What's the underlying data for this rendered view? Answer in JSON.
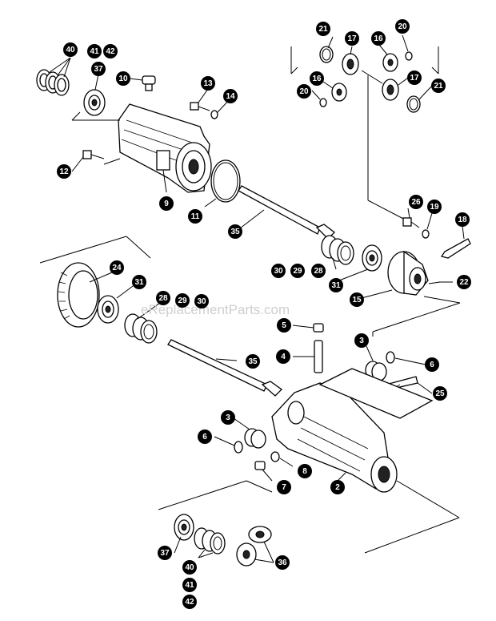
{
  "watermark": "eReplacementParts.com",
  "callouts": [
    {
      "id": "c40a",
      "label": "40"
    },
    {
      "id": "c41a",
      "label": "41"
    },
    {
      "id": "c42a",
      "label": "42"
    },
    {
      "id": "c37a",
      "label": "37"
    },
    {
      "id": "c10",
      "label": "10"
    },
    {
      "id": "c13",
      "label": "13"
    },
    {
      "id": "c14",
      "label": "14"
    },
    {
      "id": "c12",
      "label": "12"
    },
    {
      "id": "c9",
      "label": "9"
    },
    {
      "id": "c11",
      "label": "11"
    },
    {
      "id": "c35a",
      "label": "35"
    },
    {
      "id": "c21a",
      "label": "21"
    },
    {
      "id": "c17a",
      "label": "17"
    },
    {
      "id": "c16a",
      "label": "16"
    },
    {
      "id": "c20a",
      "label": "20"
    },
    {
      "id": "c20b",
      "label": "20"
    },
    {
      "id": "c16b",
      "label": "16"
    },
    {
      "id": "c17b",
      "label": "17"
    },
    {
      "id": "c21b",
      "label": "21"
    },
    {
      "id": "c26",
      "label": "26"
    },
    {
      "id": "c19",
      "label": "19"
    },
    {
      "id": "c18",
      "label": "18"
    },
    {
      "id": "c30a",
      "label": "30"
    },
    {
      "id": "c29a",
      "label": "29"
    },
    {
      "id": "c28a",
      "label": "28"
    },
    {
      "id": "c31a",
      "label": "31"
    },
    {
      "id": "c22",
      "label": "22"
    },
    {
      "id": "c15",
      "label": "15"
    },
    {
      "id": "c24",
      "label": "24"
    },
    {
      "id": "c31b",
      "label": "31"
    },
    {
      "id": "c28b",
      "label": "28"
    },
    {
      "id": "c29b",
      "label": "29"
    },
    {
      "id": "c30b",
      "label": "30"
    },
    {
      "id": "c5",
      "label": "5"
    },
    {
      "id": "c4",
      "label": "4"
    },
    {
      "id": "c35b",
      "label": "35"
    },
    {
      "id": "c3a",
      "label": "3"
    },
    {
      "id": "c6a",
      "label": "6"
    },
    {
      "id": "c25",
      "label": "25"
    },
    {
      "id": "c3b",
      "label": "3"
    },
    {
      "id": "c6b",
      "label": "6"
    },
    {
      "id": "c7",
      "label": "7"
    },
    {
      "id": "c8",
      "label": "8"
    },
    {
      "id": "c2",
      "label": "2"
    },
    {
      "id": "c37b",
      "label": "37"
    },
    {
      "id": "c36",
      "label": "36"
    },
    {
      "id": "c40b",
      "label": "40"
    },
    {
      "id": "c41b",
      "label": "41"
    },
    {
      "id": "c42b",
      "label": "42"
    }
  ]
}
